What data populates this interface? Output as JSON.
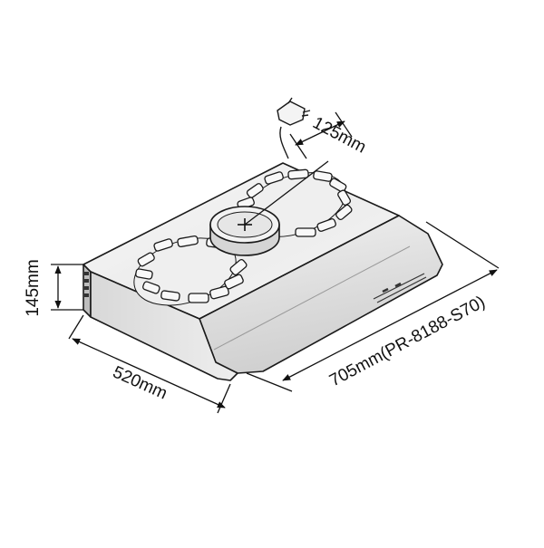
{
  "dimensions": {
    "duct": "125mm",
    "height": "145mm",
    "depth": "520mm",
    "width": "705mm(PR-8188-S70)"
  },
  "colors": {
    "outline": "#1a1a1a",
    "steel_light": "#f4f4f4",
    "steel_mid": "#e3e3e3",
    "steel_dark": "#c9c9c9",
    "background": "#ffffff"
  },
  "icons": {
    "plug": "plug-icon",
    "center_mark": "crosshair-icon"
  }
}
